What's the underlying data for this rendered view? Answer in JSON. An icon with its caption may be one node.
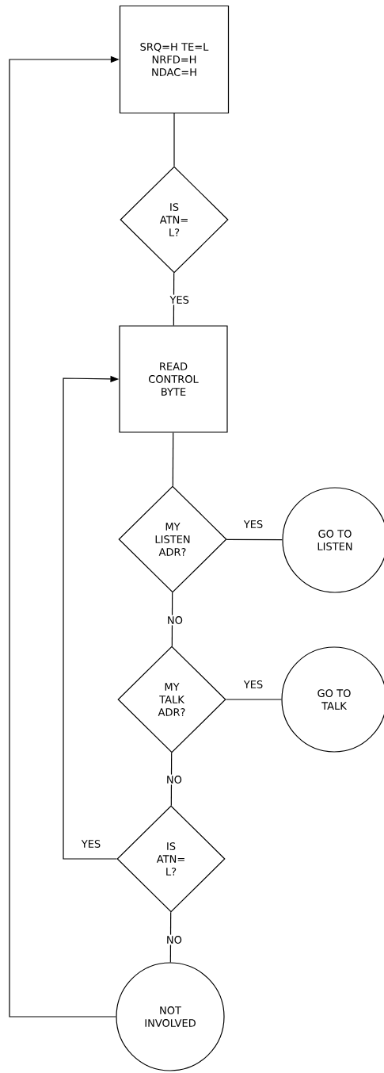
{
  "diagram": {
    "nodes": [
      {
        "text": [
          "SRQ=H TE=L",
          "NRFD=H",
          "NDAC=H"
        ]
      },
      {
        "text": [
          "IS ATN= L?"
        ]
      },
      {
        "text": [
          "READ CONTROL BYTE"
        ]
      },
      {
        "text": [
          "MY LISTEN ADR?"
        ]
      },
      {
        "text": [
          "GO TO LISTEN"
        ]
      },
      {
        "text": [
          "MY TALK ADR?"
        ]
      },
      {
        "text": [
          "GO TO TALK"
        ]
      },
      {
        "text": [
          "IS ATN= L?"
        ]
      },
      {
        "text": [
          "NOT INVOLVED"
        ]
      }
    ],
    "edges": [
      {
        "from": 0,
        "to": 1,
        "arrow": "none"
      },
      {
        "from": 1,
        "to": 2,
        "arrow": "none",
        "label": "YES"
      },
      {
        "from": 2,
        "to": 3,
        "arrow": "none"
      },
      {
        "from": 3,
        "to": 4,
        "arrow": "none",
        "label": "YES"
      },
      {
        "from": 3,
        "to": 5,
        "arrow": "none",
        "label": "NO"
      },
      {
        "from": 5,
        "to": 6,
        "arrow": "none",
        "label": "YES"
      },
      {
        "from": 5,
        "to": 7,
        "arrow": "none",
        "label": "NO"
      },
      {
        "from": 7,
        "to": 2,
        "arrow": "to",
        "label": "YES"
      },
      {
        "from": 7,
        "to": 8,
        "arrow": "none",
        "label": "NO"
      },
      {
        "from": 8,
        "to": 0,
        "arrow": "to"
      }
    ]
  }
}
